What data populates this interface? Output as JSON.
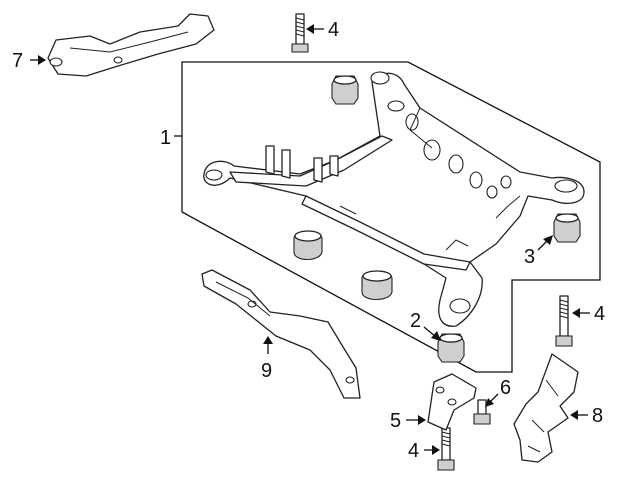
{
  "callouts": [
    {
      "id": "c1",
      "text": "1"
    },
    {
      "id": "c2",
      "text": "2"
    },
    {
      "id": "c3",
      "text": "3"
    },
    {
      "id": "c4a",
      "text": "4"
    },
    {
      "id": "c4b",
      "text": "4"
    },
    {
      "id": "c4c",
      "text": "4"
    },
    {
      "id": "c5",
      "text": "5"
    },
    {
      "id": "c6",
      "text": "6"
    },
    {
      "id": "c7",
      "text": "7"
    },
    {
      "id": "c8",
      "text": "8"
    },
    {
      "id": "c9",
      "text": "9"
    }
  ]
}
